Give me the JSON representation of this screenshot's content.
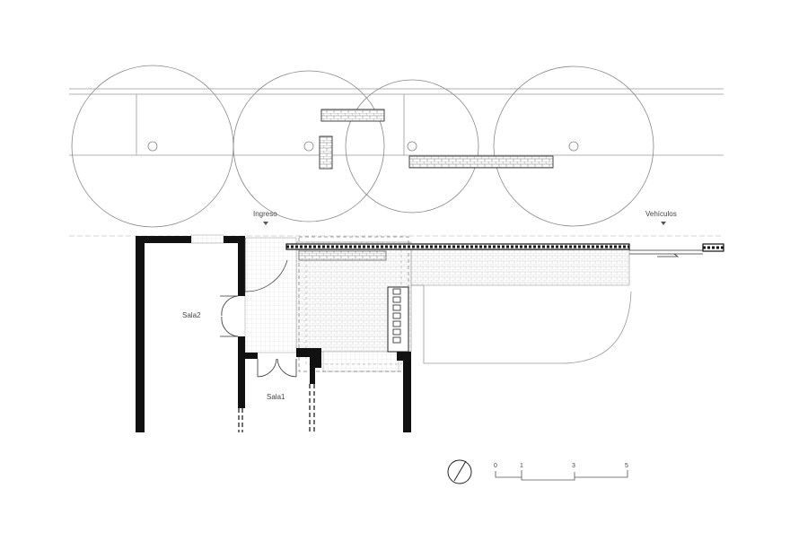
{
  "labels": {
    "ingreso": "Ingreso",
    "vehiculos": "Vehículos",
    "sala1": "Sala1",
    "sala2": "Sala2"
  },
  "scale_bar": {
    "ticks": [
      "0",
      "1",
      "3",
      "5"
    ]
  },
  "colors": {
    "line": "#555555",
    "wall": "#111111",
    "hatch": "#9a9a9a"
  },
  "icons": {
    "north_arrow": "north-arrow-icon",
    "entry_marker": "triangle-down-icon"
  }
}
